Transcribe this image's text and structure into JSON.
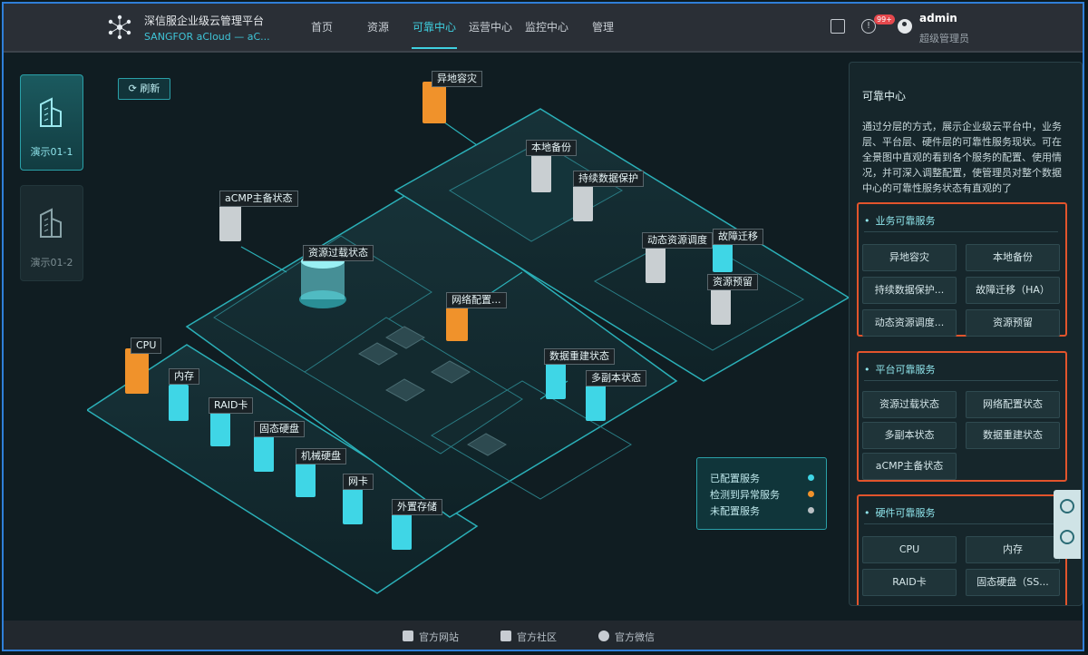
{
  "header": {
    "brand_title": "深信服企业级云管理平台",
    "brand_sub": "SANGFOR aCloud — aC...",
    "nav": [
      "首页",
      "资源",
      "可靠中心",
      "运营中心",
      "监控中心",
      "管理"
    ],
    "active_nav": "可靠中心",
    "notification_badge": "99+",
    "user_name": "admin",
    "user_role": "超级管理员"
  },
  "sidebar": {
    "datacenters": [
      {
        "label": "演示01-1",
        "active": true
      },
      {
        "label": "演示01-2",
        "active": false
      }
    ]
  },
  "toolbar": {
    "refresh_label": "刷新"
  },
  "scene": {
    "nodes": {
      "geo": "异地容灾",
      "local_backup": "本地备份",
      "continuous": "持续数据保护",
      "acmp": "aCMP主备状态",
      "res_overload": "资源过载状态",
      "net_config": "网络配置...",
      "dyn_sched": "动态资源调度",
      "failover": "故障迁移",
      "res_reserve": "资源预留",
      "data_rebuild": "数据重建状态",
      "multi_replica": "多副本状态",
      "cpu": "CPU",
      "memory": "内存",
      "raid": "RAID卡",
      "ssd": "固态硬盘",
      "hdd": "机械硬盘",
      "nic": "网卡",
      "ext_storage": "外置存储"
    }
  },
  "legend": {
    "items": [
      {
        "label": "已配置服务",
        "color": "#3fd6e6"
      },
      {
        "label": "检测到异常服务",
        "color": "#f0922b"
      },
      {
        "label": "未配置服务",
        "color": "#b8c0c4"
      }
    ]
  },
  "panel": {
    "title": "可靠中心",
    "description": "通过分层的方式，展示企业级云平台中，业务层、平台层、硬件层的可靠性服务现状。可在全景图中直观的看到各个服务的配置、使用情况，并可深入调整配置，使管理员对整个数据中心的可靠性服务状态有直观的了",
    "groups": [
      {
        "title": "业务可靠服务",
        "items": [
          "异地容灾",
          "本地备份",
          "持续数据保护...",
          "故障迁移（HA）",
          "动态资源调度...",
          "资源预留"
        ]
      },
      {
        "title": "平台可靠服务",
        "items": [
          "资源过载状态",
          "网络配置状态",
          "多副本状态",
          "数据重建状态",
          "aCMP主备状态"
        ]
      },
      {
        "title": "硬件可靠服务",
        "items": [
          "CPU",
          "内存",
          "RAID卡",
          "固态硬盘（SS..."
        ]
      }
    ]
  },
  "footer": {
    "links": [
      "官方网站",
      "官方社区",
      "官方微信"
    ]
  }
}
